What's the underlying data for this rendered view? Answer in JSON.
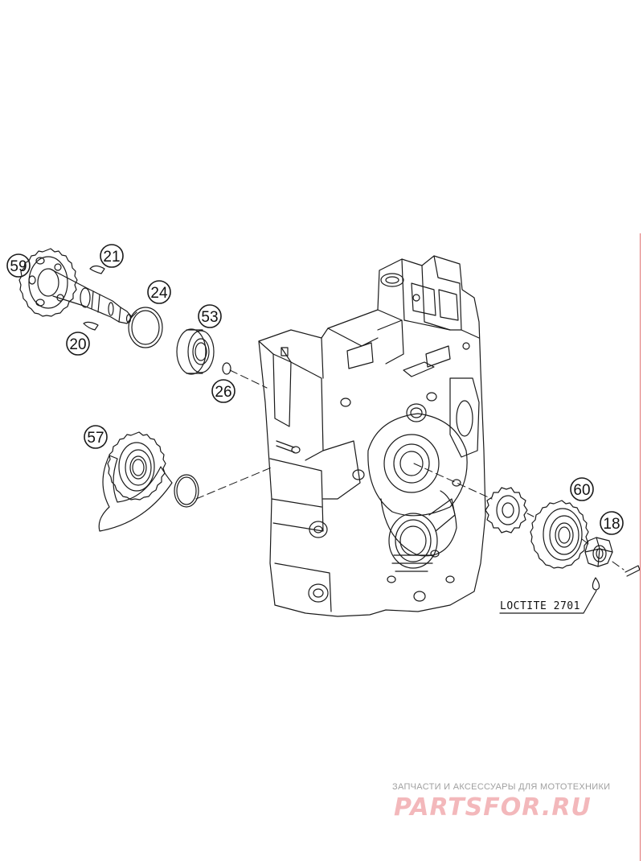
{
  "callouts": {
    "c59": "59",
    "c21": "21",
    "c20": "20",
    "c24": "24",
    "c53": "53",
    "c26": "26",
    "c57": "57",
    "c60": "60",
    "c18": "18"
  },
  "note": "LOCTITE 2701",
  "watermark": {
    "caption": "ЗАПЧАСТИ И АКСЕССУАРЫ ДЛЯ МОТОТЕХНИКИ",
    "logo": "PARTSFOR.RU"
  },
  "colors": {
    "line": "#1a1a1a",
    "watermark_logo": "#f3b8bb",
    "watermark_caption": "#a0a0a0",
    "edge": "#e07070"
  }
}
